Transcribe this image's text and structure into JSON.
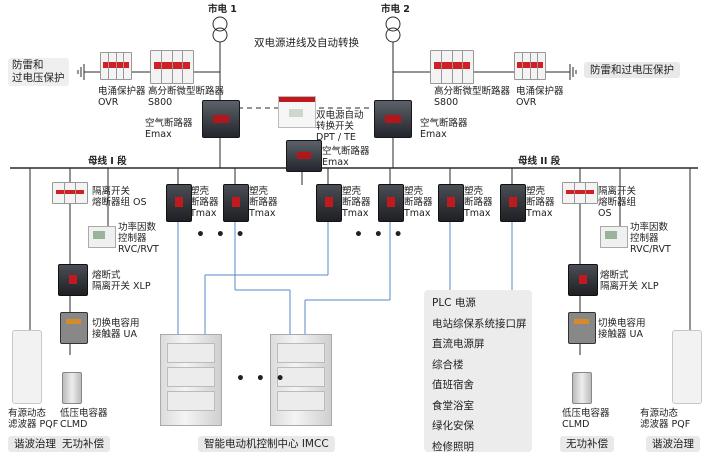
{
  "grid": {
    "utility1": "市电 1",
    "utility2": "市电 2",
    "title": "双电源进线及自动转换"
  },
  "left": {
    "protect_label": "防雷和\n过电压保护",
    "spd_label": "电涌保护器\nOVR",
    "mcb_label": "高分断微型断路器\nS800",
    "acb_label": "空气断路器\nEmax",
    "busbar": "母线 I 段",
    "os_label": "隔离开关\n熔断器组 OS",
    "rvc_label": "功率因数\n控制器\nRVC/RVT",
    "xlp_label": "熔断式\n隔离开关 XLP",
    "ua_label": "切换电容用\n接触器 UA",
    "pqf_label": "有源动态\n滤波器 PQF",
    "clmd_label": "低压电容器\nCLMD",
    "harmonic": "谐波治理",
    "reactive": "无功补偿"
  },
  "center": {
    "ats_label": "双电源自动\n转换开关\nDPT / TE",
    "tie_label": "空气断路器\nEmax",
    "tmax_label": "塑壳\n断路器\nTmax",
    "imcc_label": "智能电动机控制中心 IMCC",
    "loads": [
      "PLC 电源",
      "电站综保系统接口屏",
      "直流电源屏",
      "综合楼",
      "值班宿舍",
      "食堂浴室",
      "绿化安保",
      "检修照明"
    ]
  },
  "right": {
    "protect_label": "防雷和过电压保护",
    "mcb_label": "高分断微型断路器\nS800",
    "spd_label": "电涌保护器\nOVR",
    "acb_label": "空气断路器\nEmax",
    "busbar": "母线 II 段",
    "os_label": "隔离开关\n熔断器组\nOS",
    "rvc_label": "功率因数\n控制器\nRVC/RVT",
    "xlp_label": "熔断式\n隔离开关 XLP",
    "ua_label": "切换电容用\n接触器 UA",
    "clmd_label": "低压电容器\nCLMD",
    "pqf_label": "有源动态\n滤波器 PQF",
    "reactive": "无功补偿",
    "harmonic": "谐波治理"
  },
  "ellipsis": "• • •",
  "colors": {
    "wire": "#2a2a2a",
    "tmax_wire": "#5a88c8",
    "panel": "#ececec",
    "accent_red": "#c0191e"
  }
}
